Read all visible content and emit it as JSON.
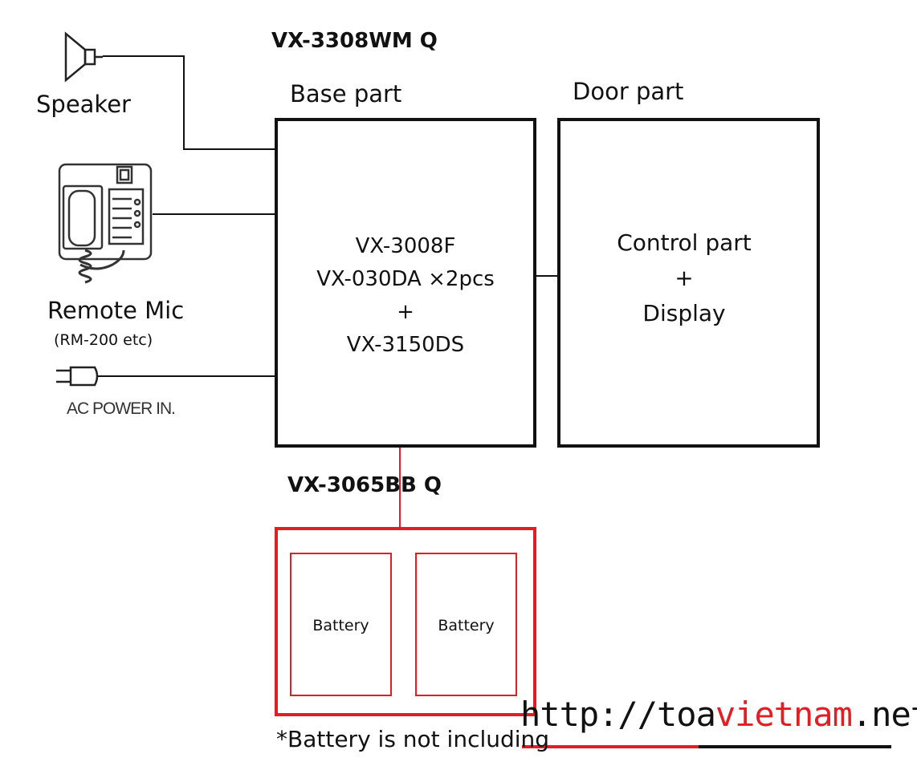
{
  "titles": {
    "main_unit": "VX-3308WM Q",
    "base_part": "Base part",
    "door_part": "Door part",
    "battery_box": "VX-3065BB Q"
  },
  "base_box": {
    "lines": [
      "VX-3008F",
      "VX-030DA  ×2pcs",
      "+",
      "VX-3150DS"
    ]
  },
  "door_box": {
    "lines": [
      "Control part",
      "+",
      "Display"
    ]
  },
  "devices": {
    "speaker": "Speaker",
    "remote_mic": "Remote Mic",
    "remote_mic_note": "(RM-200 etc)",
    "ac_power": "AC POWER IN."
  },
  "batteries": [
    "Battery",
    "Battery"
  ],
  "footnote": "*Battery is not including",
  "watermark": {
    "prefix": "http://toa",
    "highlight": "vietnam",
    "suffix": ".net"
  },
  "colors": {
    "line": "#111111",
    "battery_red": "#e31d24",
    "watermark_red": "#e31d24"
  }
}
